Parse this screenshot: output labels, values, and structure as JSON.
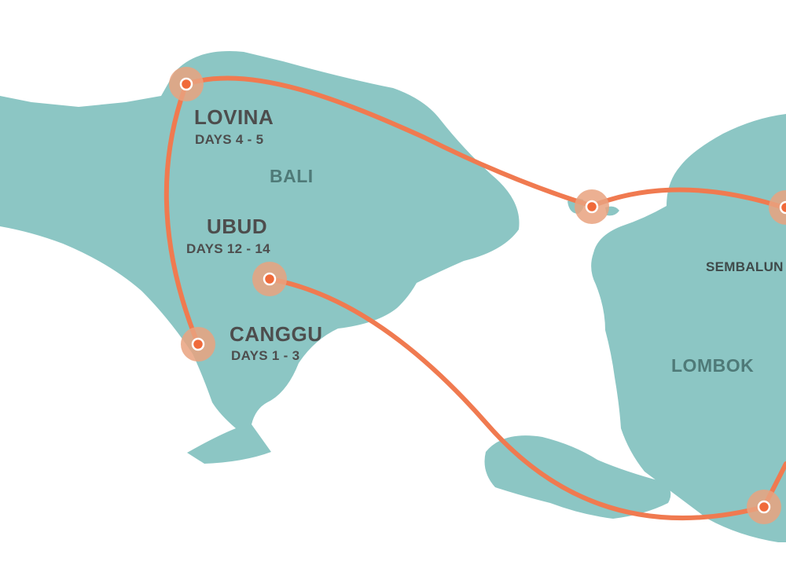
{
  "colors": {
    "land": "#8cc6c4",
    "route": "#f07a50",
    "stop_halo": "#e9a27f",
    "stop_dot": "#f06a3a",
    "label_text": "#4d4d4d",
    "island_label_text": "#4f7a78"
  },
  "islands": {
    "bali": "BALI",
    "lombok": "LOMBOK"
  },
  "stops": {
    "lovina": {
      "name": "LOVINA",
      "days": "DAYS 4 - 5"
    },
    "ubud": {
      "name": "UBUD",
      "days": "DAYS 12 - 14"
    },
    "canggu": {
      "name": "CANGGU",
      "days": "DAYS 1 - 3"
    },
    "sembalun": {
      "name": "SEMBALUN"
    }
  }
}
